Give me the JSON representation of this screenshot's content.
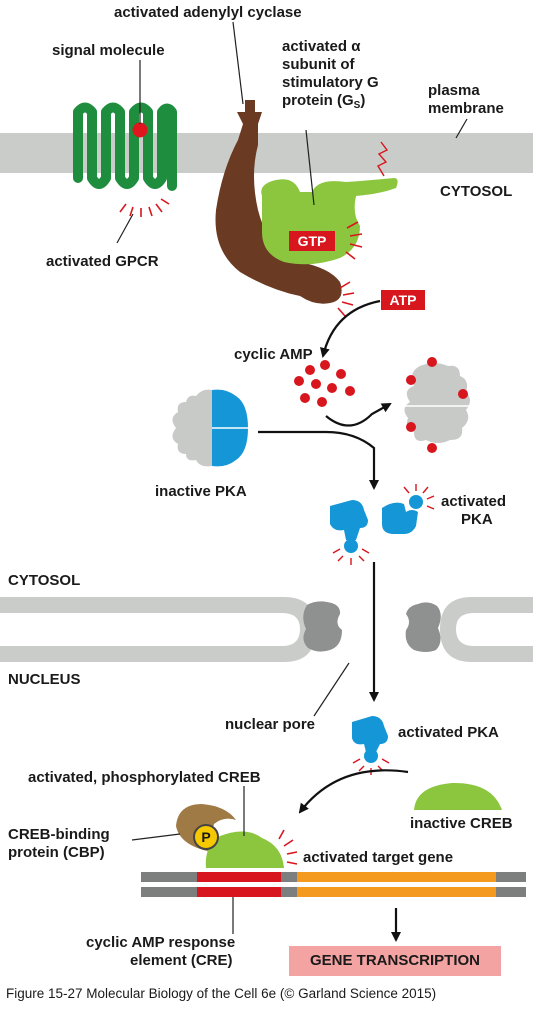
{
  "labels": {
    "activated_adenylyl_cyclase": "activated adenylyl cyclase",
    "signal_molecule": "signal molecule",
    "activated_alpha_line1": "activated α",
    "activated_alpha_line2": "subunit of",
    "activated_alpha_line3": "stimulatory G",
    "activated_alpha_line4": "protein (G",
    "activated_alpha_sub": "S",
    "activated_alpha_end": ")",
    "plasma_membrane_line1": "plasma",
    "plasma_membrane_line2": "membrane",
    "cytosol_top": "CYTOSOL",
    "activated_gpcr": "activated GPCR",
    "gtp": "GTP",
    "atp": "ATP",
    "cyclic_amp": "cyclic AMP",
    "inactive_pka": "inactive PKA",
    "activated_pka_right_line1": "activated",
    "activated_pka_right_line2": "PKA",
    "cytosol_mid": "CYTOSOL",
    "nucleus": "NUCLEUS",
    "nuclear_pore": "nuclear pore",
    "activated_pka_nucleus": "activated PKA",
    "activated_phosphorylated_creb": "activated, phosphorylated CREB",
    "creb_binding_protein_line1": "CREB-binding",
    "creb_binding_protein_line2": "protein (CBP)",
    "phosphate": "P",
    "inactive_creb": "inactive CREB",
    "activated_target_gene": "activated target gene",
    "cre_line1": "cyclic AMP response",
    "cre_line2": "element (CRE)",
    "gene_transcription": "GENE TRANSCRIPTION"
  },
  "caption": "Figure 15-27  Molecular Biology of the Cell 6e (© Garland Science 2015)",
  "colors": {
    "membrane": "#c9ccc9",
    "gpcr": "#1e8e3e",
    "adenylyl_cyclase": "#6b3a22",
    "g_protein": "#8cc63f",
    "signal_dot": "#e0161e",
    "camp_dot": "#d8161e",
    "pka_regulatory": "#c8cac8",
    "pka_catalytic": "#1596d6",
    "pore": "#8e918f",
    "creb": "#8cc63f",
    "cbp": "#a07a45",
    "dna_grey": "#7d7f7e",
    "cre": "#d8161e",
    "target_gene": "#f39a1f",
    "transcription_box": "#f4a3a3",
    "phosphate": "#f6c800"
  }
}
